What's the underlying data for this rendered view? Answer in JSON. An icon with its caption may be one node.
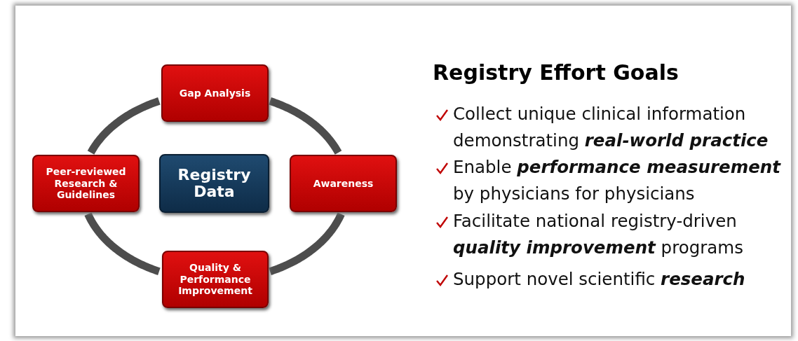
{
  "diagram": {
    "title": "Registry Effort Goals",
    "nodes": [
      {
        "text": [
          "Gap Analysis"
        ]
      },
      {
        "text": [
          "Peer-reviewed Research & Guidelines"
        ]
      },
      {
        "text": [
          "Registry Data"
        ]
      },
      {
        "text": [
          "Awareness"
        ]
      },
      {
        "text": [
          "Quality & Performance Improvement"
        ]
      }
    ],
    "edges": [
      {
        "from": 0,
        "to": 3,
        "arrow": "none"
      },
      {
        "from": 3,
        "to": 4,
        "arrow": "none"
      },
      {
        "from": 4,
        "to": 1,
        "arrow": "none"
      },
      {
        "from": 1,
        "to": 0,
        "arrow": "none"
      }
    ],
    "labels": [
      "Collect unique clinical information demonstrating **real-world practice**",
      "Enable **performance measurement** by physicians for physicians",
      "Facilitate national registry-driven **quality improvement** programs",
      "Support novel scientific **research**"
    ]
  }
}
